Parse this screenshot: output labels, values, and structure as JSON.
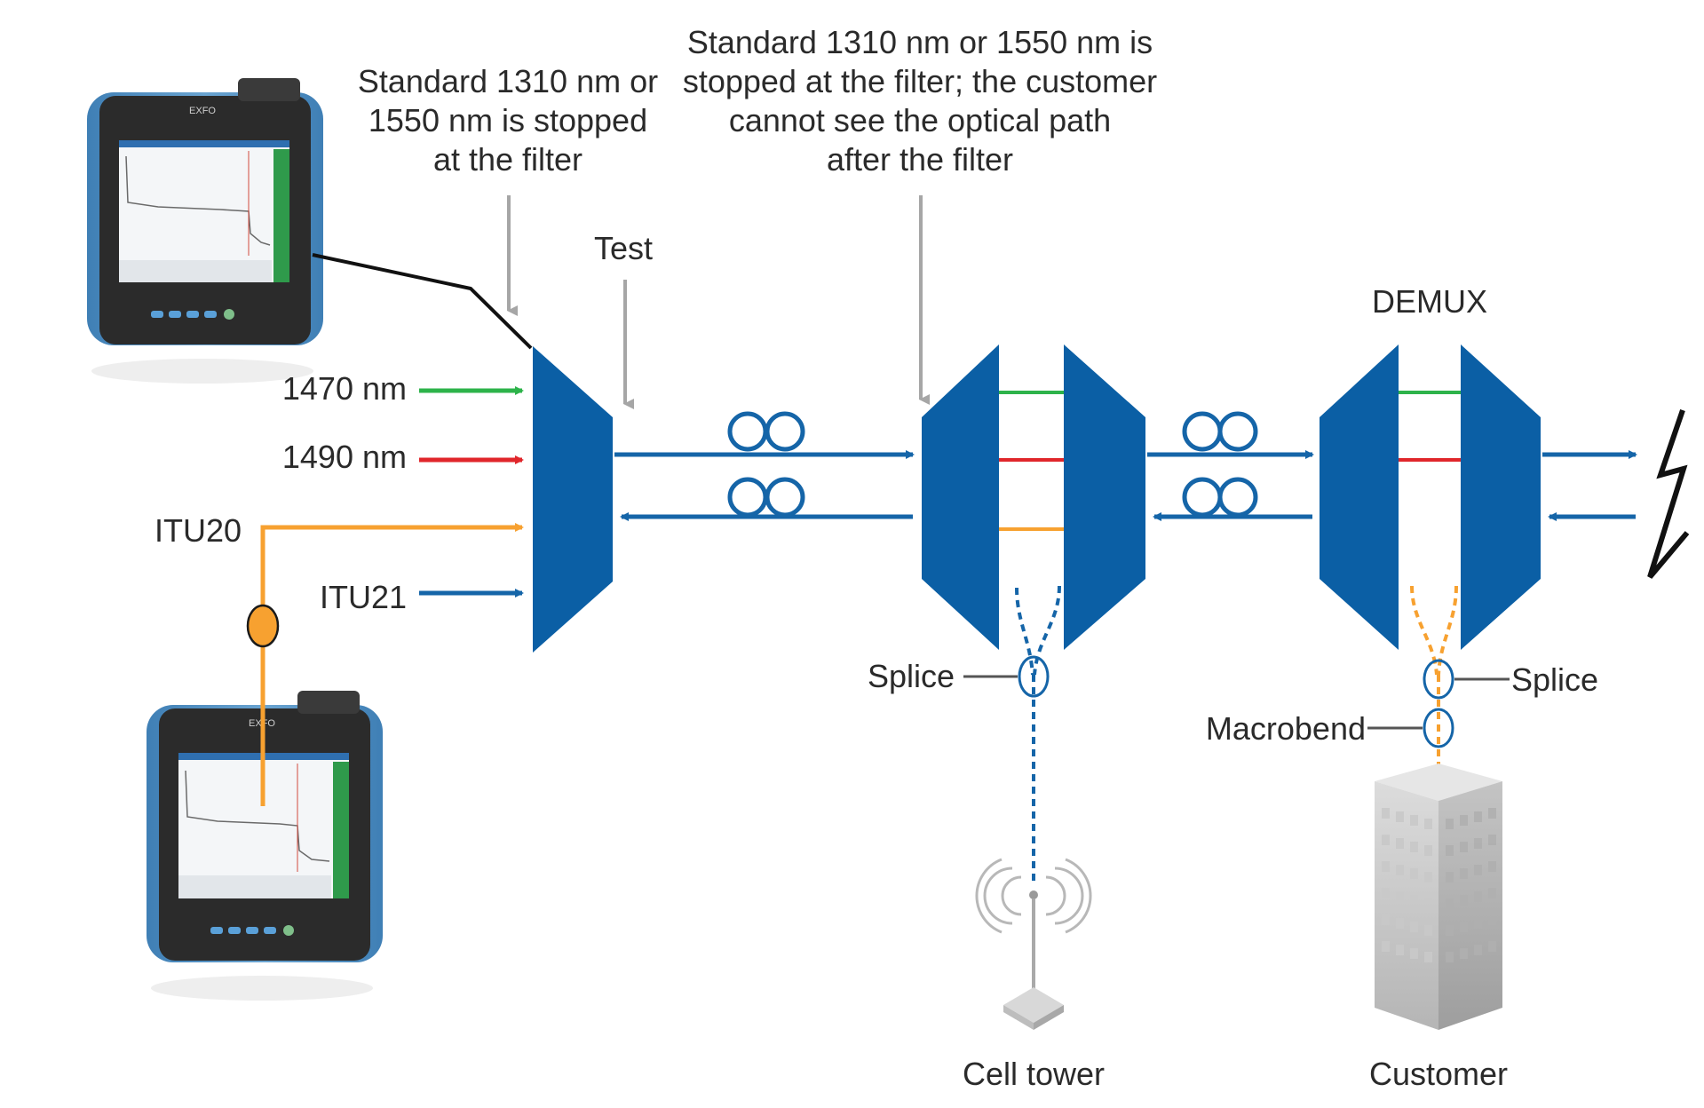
{
  "diagram": {
    "annotations": {
      "filter_note_1": [
        "Standard 1310 nm or",
        "1550 nm is stopped",
        "at the filter"
      ],
      "filter_note_2": [
        "Standard 1310 nm or 1550 nm is",
        "stopped at the filter; the customer",
        "cannot see the optical path",
        "after the filter"
      ],
      "test": "Test",
      "demux": "DEMUX"
    },
    "wavelengths": [
      {
        "label": "1470 nm",
        "color": "#2db34a"
      },
      {
        "label": "1490 nm",
        "color": "#e0262b"
      },
      {
        "label": "ITU20",
        "color": "#f7a130"
      },
      {
        "label": "ITU21",
        "color": "#1565a8"
      }
    ],
    "events": {
      "splice_left": "Splice",
      "splice_right": "Splice",
      "macrobend": "Macrobend"
    },
    "endpoints": {
      "cell_tower": "Cell tower",
      "customer": "Customer"
    },
    "devices": {
      "otdr_brand": "EXFO"
    },
    "colors": {
      "fiber_blue": "#1565a8",
      "orange": "#f7a130",
      "green": "#2db34a",
      "red": "#e0262b",
      "pointer_gray": "#a6a6a6",
      "mux_blue": "#0b5fa5"
    }
  }
}
